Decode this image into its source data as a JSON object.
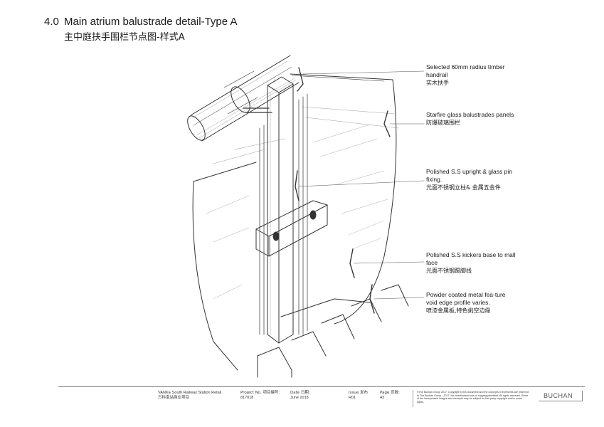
{
  "header": {
    "number": "4.0",
    "title": "Main atrium balustrade detail-Type A",
    "subtitle": "主中庭扶手围栏节点图-样式A"
  },
  "callouts": [
    {
      "en": "Selected 60mm radius timber handrail",
      "cn": "实木扶手"
    },
    {
      "en": "Starfire glass balustrades panels",
      "cn": "防爆玻璃围栏"
    },
    {
      "en": "Polished S.S upright & glass pin fixing.",
      "cn": "光面不锈钢立柱& 金属五金件"
    },
    {
      "en": "Polished S.S kickers base to mall face",
      "cn": "光面不锈钢踢脚线"
    },
    {
      "en": "Powder coated metal fea-ture void edge profile varies.",
      "cn": "喷漆金属板,特色挑空边缘"
    }
  ],
  "footer": {
    "project_name": "VANKE South Railway Station Retail",
    "project_name_cn": "万科南站商业项目",
    "project_no_label": "Project No. 项目编号:",
    "project_no": "817018",
    "date_label": "Date 日期:",
    "date": "June 2018",
    "issue_label": "Issue 发布",
    "issue": "R01",
    "page_label": "Page 页数:",
    "page": "43",
    "copyright": "©The Buchan Group 2017. Copyright in this document and the concepts it represents are reserved to The Buchan Group - 2017. No unauthorised use or copying permitted. All rights reserved. Some of the incorporated images and concepts may be subject to third party copyright and/or moral rights.",
    "brand": "BUCHAN"
  }
}
